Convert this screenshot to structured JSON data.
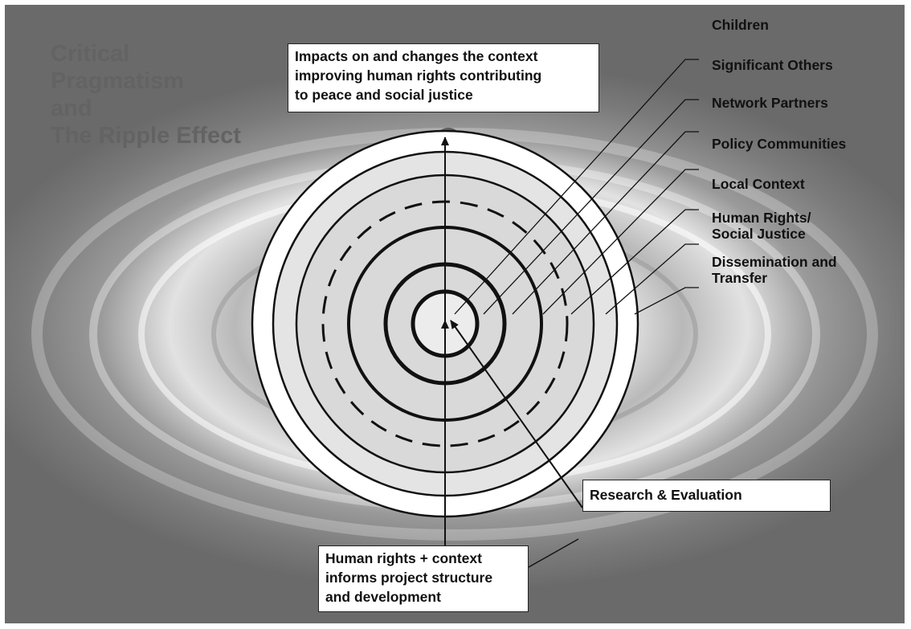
{
  "title": {
    "lines": [
      "Critical",
      "Pragmatism",
      "and",
      "The Ripple Effect"
    ]
  },
  "top_box": {
    "lines": [
      "Impacts on and changes the context",
      "improving human rights contributing",
      "to peace and social justice"
    ]
  },
  "bottom_box": {
    "lines": [
      "Human rights + context",
      "informs project structure",
      "and development"
    ]
  },
  "research_box": {
    "text": "Research & Evaluation"
  },
  "ring_labels": [
    {
      "lines": [
        "Children"
      ]
    },
    {
      "lines": [
        "Significant Others"
      ]
    },
    {
      "lines": [
        "Network Partners"
      ]
    },
    {
      "lines": [
        "Policy Communities"
      ]
    },
    {
      "lines": [
        "Local Context"
      ]
    },
    {
      "lines": [
        "Human Rights/",
        "Social Justice"
      ]
    },
    {
      "lines": [
        "Dissemination and",
        "Transfer"
      ]
    }
  ]
}
